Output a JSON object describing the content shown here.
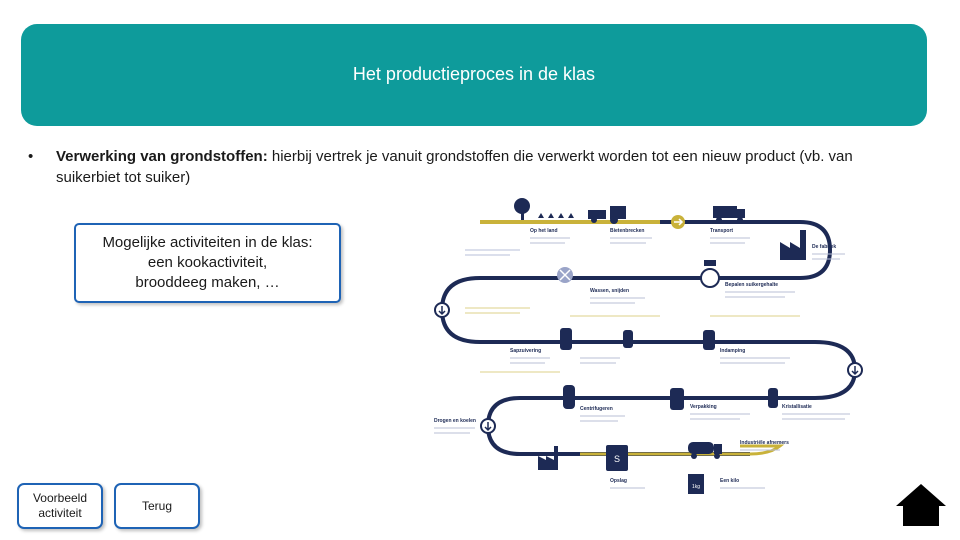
{
  "slide": {
    "title": "Het productieproces in de klas",
    "bullet_symbol": "•",
    "bullet_bold": "Verwerking van grondstoffen:",
    "bullet_text": " hierbij vertrek je vanuit grondstoffen die verwerkt worden tot een nieuw product (vb. van suikerbiet tot suiker)",
    "activity_line1": "Mogelijke activiteiten in de klas:",
    "activity_line2": "een kookactiviteit,",
    "activity_line3": "brooddeeg maken, …"
  },
  "buttons": {
    "voorbeeld_line1": "Voorbeeld",
    "voorbeeld_line2": "activiteit",
    "terug": "Terug"
  },
  "infographic": {
    "path_color": "#1d2a55",
    "accent_color": "#c9b23a",
    "steps": {
      "s1": "Op het land",
      "s2": "Bietenbrecken",
      "s3": "Transport",
      "s4": "De fabriek",
      "s5": "Wassen, snijden",
      "s6": "Bepalen suikergehalte",
      "s7": "Sapzuivering",
      "s8": "Indamping",
      "s9": "Kristallisatie",
      "s10": "Centrifugeren",
      "s11": "Drogen en koelen",
      "s12": "Opslag",
      "s13": "Industriële afnemers",
      "s14": "Een kilo",
      "s15": "Verpakking"
    },
    "package_label": "1kg",
    "storage_label": "S"
  },
  "colors": {
    "banner": "#0e9b9b",
    "button_border": "#1e63b5"
  }
}
